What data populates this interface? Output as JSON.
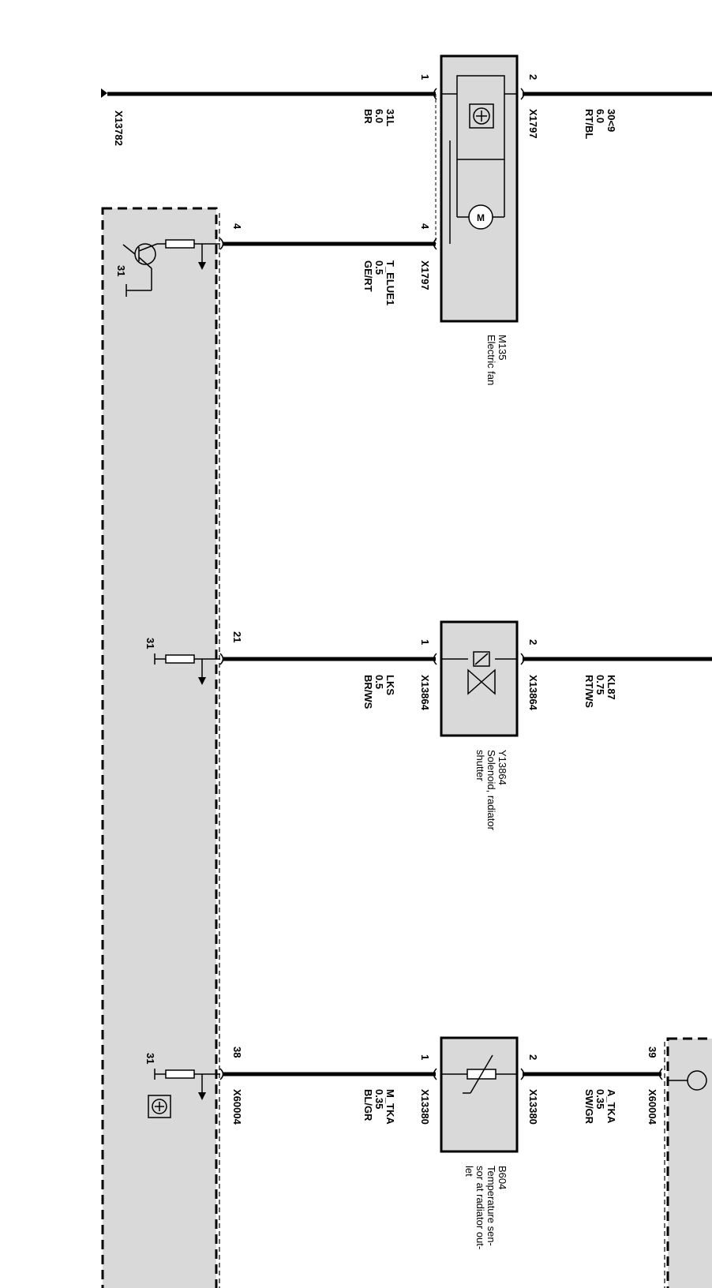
{
  "ground_connector": "X13782",
  "fan": {
    "id": "M135",
    "name": "Electric fan",
    "pin1": "1",
    "pin2": "2",
    "pin4": "4",
    "wire_pin1": {
      "signal": "31L",
      "size": "6.0",
      "color": "BR"
    },
    "wire_pin2": {
      "connector": "X1797",
      "signal": "30<9",
      "size": "6.0",
      "color": "RT/BL"
    },
    "wire_pin4": {
      "connector": "X1797",
      "signal": "T_ELUE1",
      "size": "0.5",
      "color": "GE/RT"
    },
    "ecu_pin": "4"
  },
  "solenoid": {
    "id": "Y13864",
    "name_line1": "Solenoid, radiator",
    "name_line2": "shutter",
    "pin1": "1",
    "pin2": "2",
    "wire_pin1": {
      "connector": "X13864",
      "signal": "LKS",
      "size": "0.5",
      "color": "BR/WS"
    },
    "wire_pin2": {
      "connector": "X13864",
      "signal": "KL87",
      "size": "0.75",
      "color": "RT/WS"
    },
    "ecu_pin": "21",
    "ground_label": "31"
  },
  "sensor": {
    "id": "B604",
    "name_line1": "Temperature sen-",
    "name_line2": "sor at radiator out-",
    "name_line3": "let",
    "pin1": "1",
    "pin2": "2",
    "wire_pin1": {
      "connector": "X13380",
      "signal": "M_TKA",
      "size": "0.35",
      "color": "BL/GR"
    },
    "wire_pin2": {
      "connector": "X13380",
      "signal": "A_TKA",
      "size": "0.35",
      "color": "SW/GR"
    },
    "ecu_pin": "38",
    "ecu_connector": "X60004",
    "right_ecu_pin": "39",
    "right_ecu_connector": "X60004",
    "ground_label": "31"
  },
  "ecu_ground_label": "31"
}
